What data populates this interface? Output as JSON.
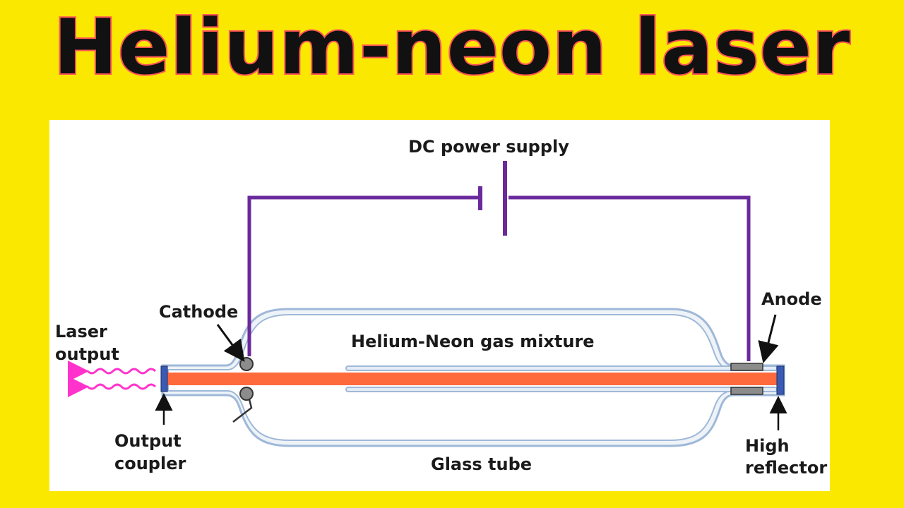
{
  "title": "Helium-neon laser",
  "diagram": {
    "labels": {
      "power_supply": "DC power supply",
      "cathode": "Cathode",
      "anode": "Anode",
      "gas_mixture": "Helium-Neon gas mixture",
      "laser_output_line1": "Laser",
      "laser_output_line2": "output",
      "output_coupler_line1": "Output",
      "output_coupler_line2": "coupler",
      "glass_tube": "Glass tube",
      "high_reflector_line1": "High",
      "high_reflector_line2": "reflector"
    },
    "colors": {
      "background": "#fbe801",
      "wire": "#6a2a9c",
      "laser_beam": "#ff6a3d",
      "glass": "#9fb8d8",
      "mirror": "#3a5bb5",
      "output_waves": "#ff33cc",
      "electrode": "#8c8c8c"
    }
  }
}
